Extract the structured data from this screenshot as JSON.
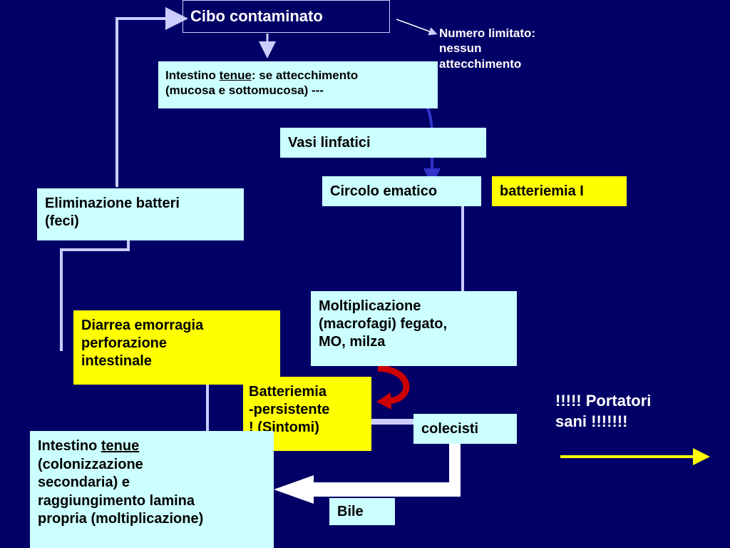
{
  "nodes": {
    "cibo": "Cibo contaminato",
    "numero_limitato": {
      "line1": "Numero limitato:",
      "line2": "nessun",
      "line3": "attecchimento"
    },
    "intestino_tenue_top": {
      "prefix": "Intestino ",
      "underlined": "tenue",
      "suffix": ": se attecchimento",
      "line2": "(mucosa e sottomucosa) ---"
    },
    "vasi": "Vasi linfatici",
    "circolo": "Circolo ematico",
    "batteriemia1": "batteriemia I",
    "eliminazione": {
      "line1": "Eliminazione batteri",
      "line2": "(feci)"
    },
    "moltiplicazione": {
      "line1": "Moltiplicazione",
      "line2": "(macrofagi) fegato,",
      "line3": "MO, milza"
    },
    "diarrea": {
      "line1": "Diarrea emorragia",
      "line2": "perforazione",
      "line3": "intestinale"
    },
    "batteriemia_persistente": {
      "line1": "Batteriemia",
      "line2": "-persistente",
      "line3": "! (Sintomi)"
    },
    "colecisti": "colecisti",
    "portatori": {
      "line1": "!!!!! Portatori",
      "line2": "sani !!!!!!!"
    },
    "intestino_tenue_bottom": {
      "prefix": "Intestino ",
      "underlined": "tenue",
      "line2": "(colonizzazione",
      "line3": "secondaria) e",
      "line4": "raggiungimento lamina",
      "line5": "propria (moltiplicazione)"
    },
    "bile": "Bile"
  },
  "colors": {
    "background": "#000066",
    "box_cyan": "#ccffff",
    "box_yellow": "#ffff00",
    "connector": "#ccccff",
    "arrow_blue": "#3333cc",
    "arrow_red": "#cc0000",
    "arrow_yellow": "#ffff00"
  }
}
